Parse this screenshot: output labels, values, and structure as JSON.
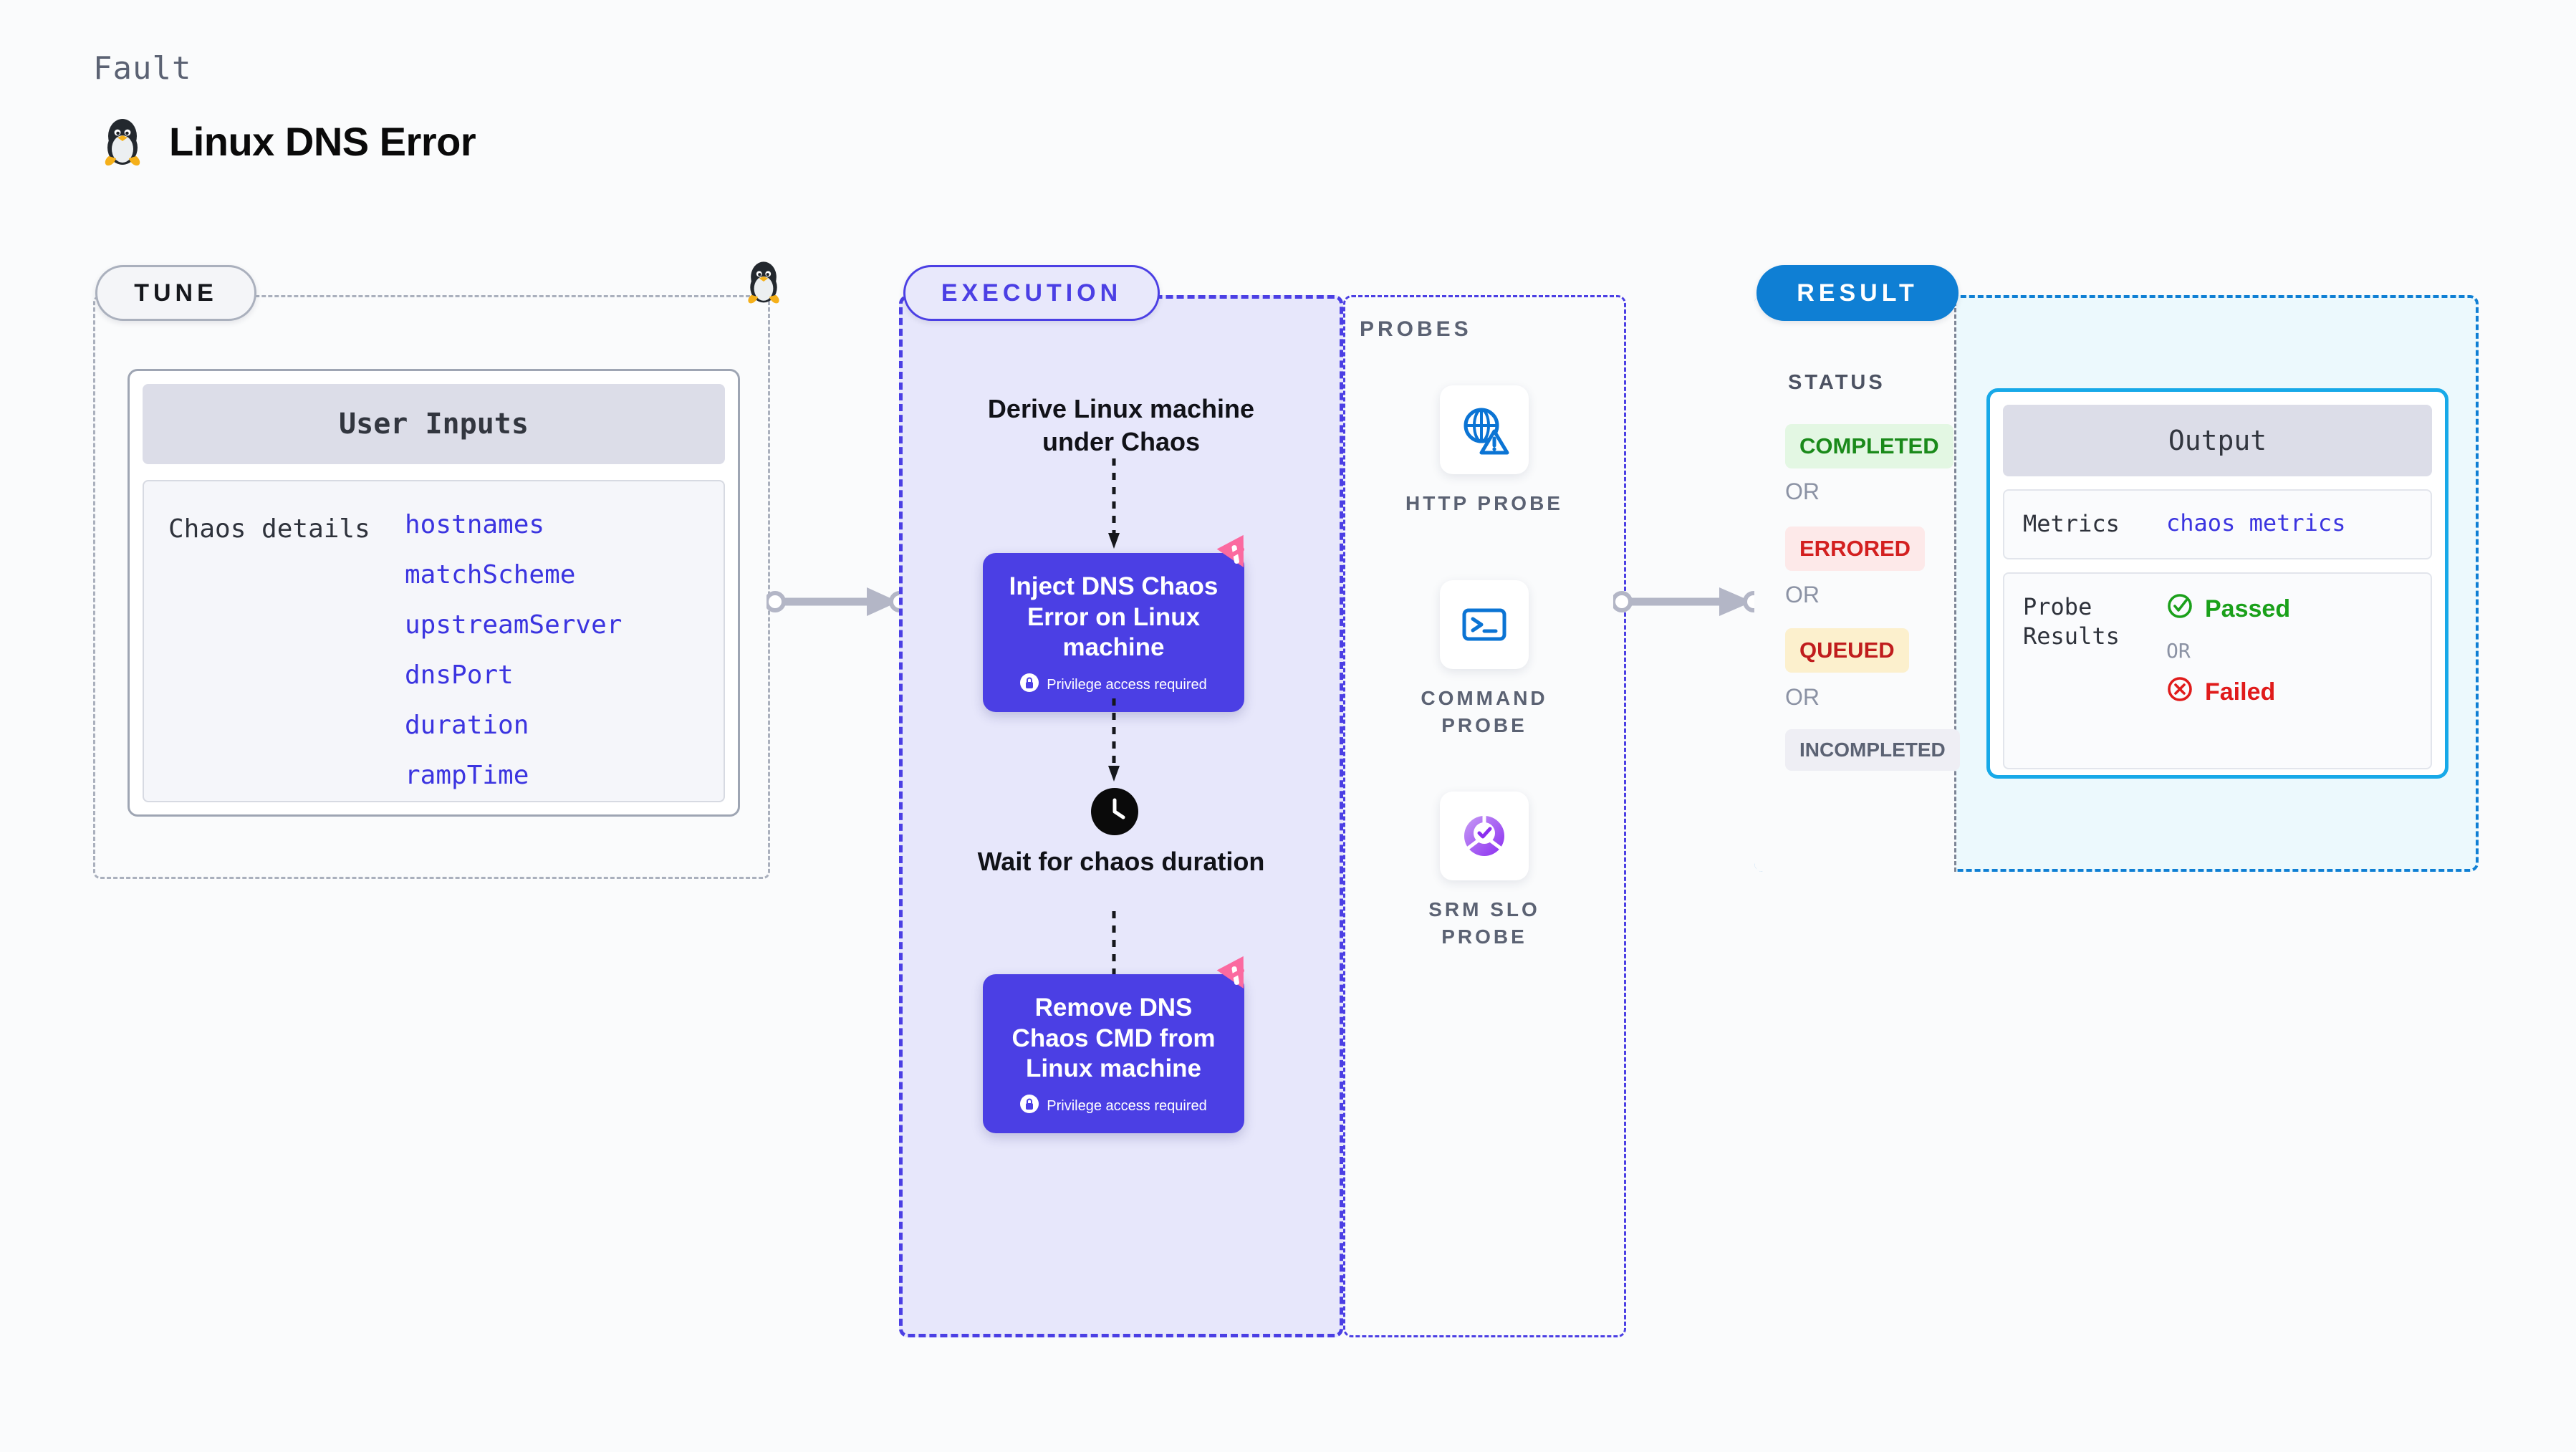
{
  "header": {
    "kicker": "Fault",
    "title": "Linux DNS Error",
    "icon": "tux-penguin-icon"
  },
  "tune": {
    "badge": "TUNE",
    "card_title": "User Inputs",
    "details_key": "Chaos details",
    "params": [
      "hostnames",
      "matchScheme",
      "upstreamServer",
      "dnsPort",
      "duration",
      "rampTime"
    ]
  },
  "execution": {
    "badge": "EXECUTION",
    "step_derive": "Derive Linux machine under Chaos",
    "node_inject": {
      "title": "Inject DNS Chaos Error on Linux machine",
      "note": "Privilege access required",
      "lock_icon": "lock-icon",
      "ribbon_icon": "harness-ribbon-icon"
    },
    "step_wait": "Wait for chaos duration",
    "clock_icon": "clock-icon",
    "node_remove": {
      "title": "Remove DNS Chaos CMD from Linux machine",
      "note": "Privilege access required",
      "lock_icon": "lock-icon",
      "ribbon_icon": "harness-ribbon-icon"
    }
  },
  "probes": {
    "label": "PROBES",
    "items": [
      {
        "name": "HTTP PROBE",
        "icon": "globe-warning-icon"
      },
      {
        "name": "COMMAND PROBE",
        "icon": "terminal-icon"
      },
      {
        "name": "SRM SLO PROBE",
        "icon": "slo-donut-check-icon"
      }
    ]
  },
  "result": {
    "badge": "RESULT",
    "status_label": "STATUS",
    "or": "OR",
    "statuses": [
      {
        "label": "COMPLETED",
        "bg": "#e3f7e3",
        "fg": "#1a8a1a"
      },
      {
        "label": "ERRORED",
        "bg": "#fde9e9",
        "fg": "#d32020"
      },
      {
        "label": "QUEUED",
        "bg": "#fcf0cd",
        "fg": "#c01d1d"
      },
      {
        "label": "INCOMPLETED",
        "bg": "#eeeef4",
        "fg": "#5b6273"
      }
    ],
    "output": {
      "title": "Output",
      "metrics_key": "Metrics",
      "metrics_value": "chaos metrics",
      "probe_results_key": "Probe Results",
      "passed": "Passed",
      "failed": "Failed",
      "or": "OR",
      "passed_icon": "check-circle-icon",
      "failed_icon": "x-circle-icon"
    }
  },
  "colors": {
    "accent_purple": "#4b3fe4",
    "accent_blue": "#0f7fd4",
    "accent_cyan": "#17a9e8",
    "ribbon_pink": "#fb6aa0",
    "connector_gray": "#b3b6c6"
  }
}
